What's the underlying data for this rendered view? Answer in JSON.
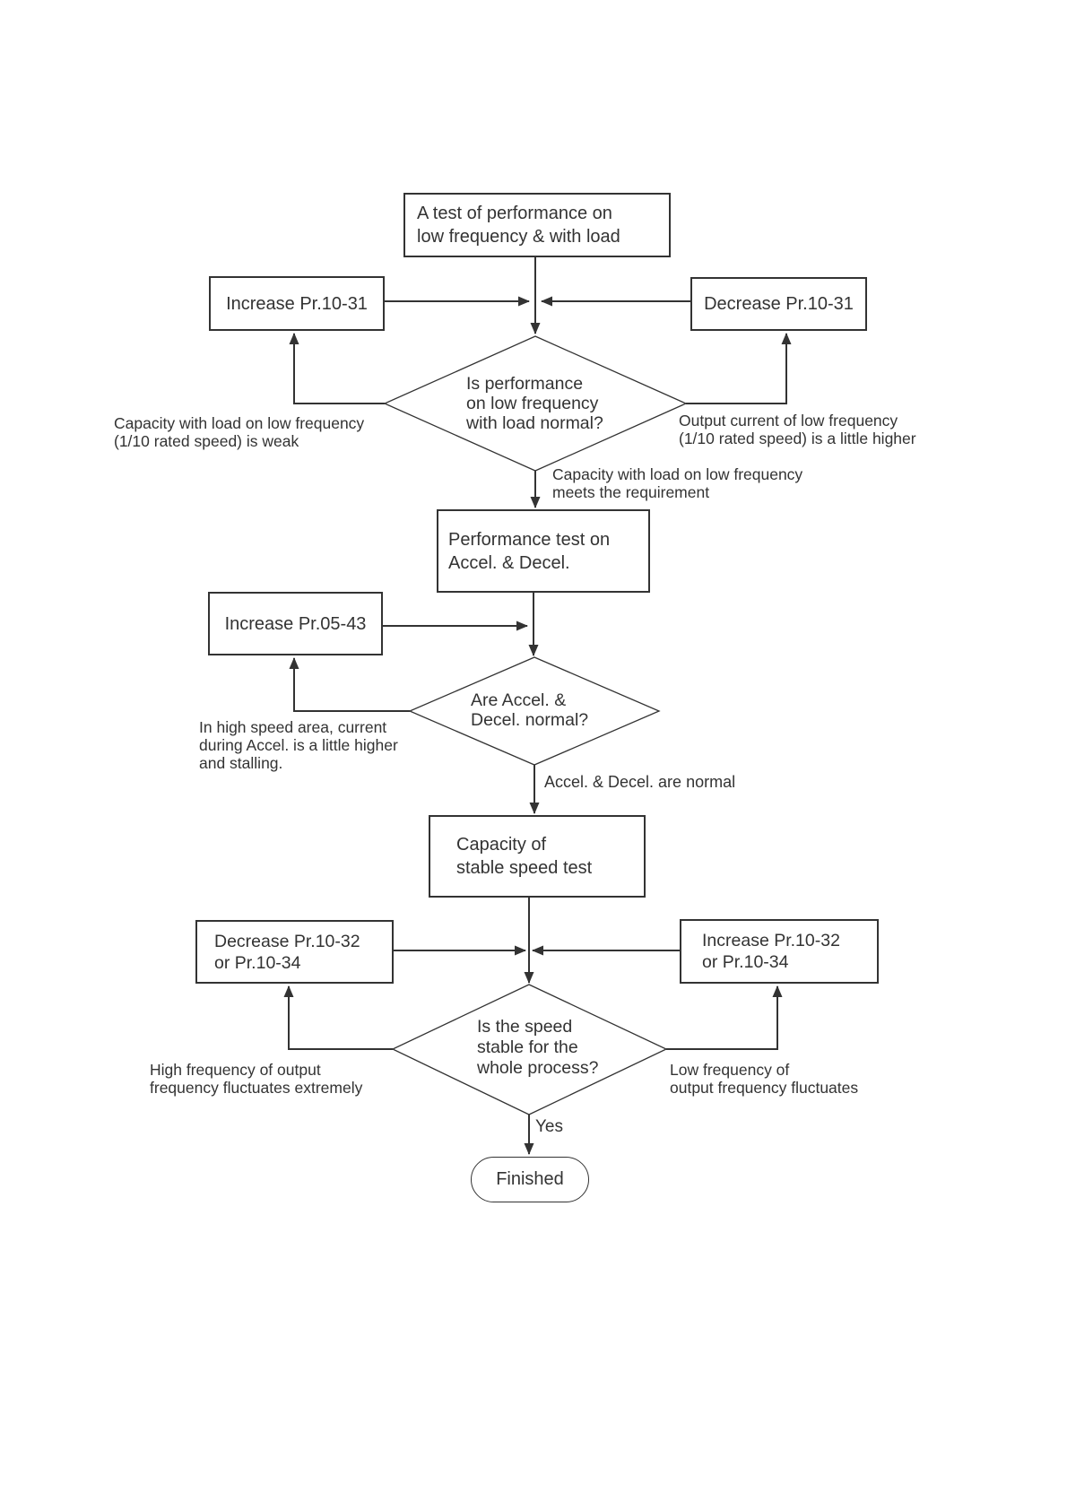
{
  "diagram": {
    "background_color": "#ffffff",
    "line_color": "#333333",
    "nodes": {
      "test_low_freq": "A test of performance on\nlow frequency & with load",
      "increase_pr_10_31": "Increase Pr.10-31",
      "decrease_pr_10_31": "Decrease Pr.10-31",
      "decision_low_freq": "Is performance\non low frequency\nwith load normal?",
      "perf_test_accel_decel": "Performance test on\nAccel. & Decel.",
      "increase_pr_05_43": "Increase Pr.05-43",
      "decision_accel_decel": "Are Accel. &\nDecel. normal?",
      "capacity_stable_speed": "Capacity of\nstable speed test",
      "decrease_pr_10_32": "Decrease Pr.10-32\nor Pr.10-34",
      "increase_pr_10_32": "Increase Pr.10-32\nor Pr.10-34",
      "decision_speed_stable": "Is the speed\nstable for the\nwhole process?",
      "finished": "Finished"
    },
    "edge_labels": {
      "capacity_weak": "Capacity with load on low frequency\n(1/10 rated speed) is weak",
      "output_current_higher": "Output current of low frequency\n(1/10 rated speed) is a little higher",
      "capacity_meets": "Capacity with load on low frequency\nmeets the requirement",
      "high_speed_stalling": "In high speed area, current\nduring Accel. is a little higher\nand stalling.",
      "accel_decel_normal": "Accel. & Decel. are normal",
      "high_freq_fluctuates": "High frequency of output\nfrequency fluctuates extremely",
      "low_freq_fluctuates": "Low frequency of\noutput frequency fluctuates",
      "yes": "Yes"
    }
  }
}
